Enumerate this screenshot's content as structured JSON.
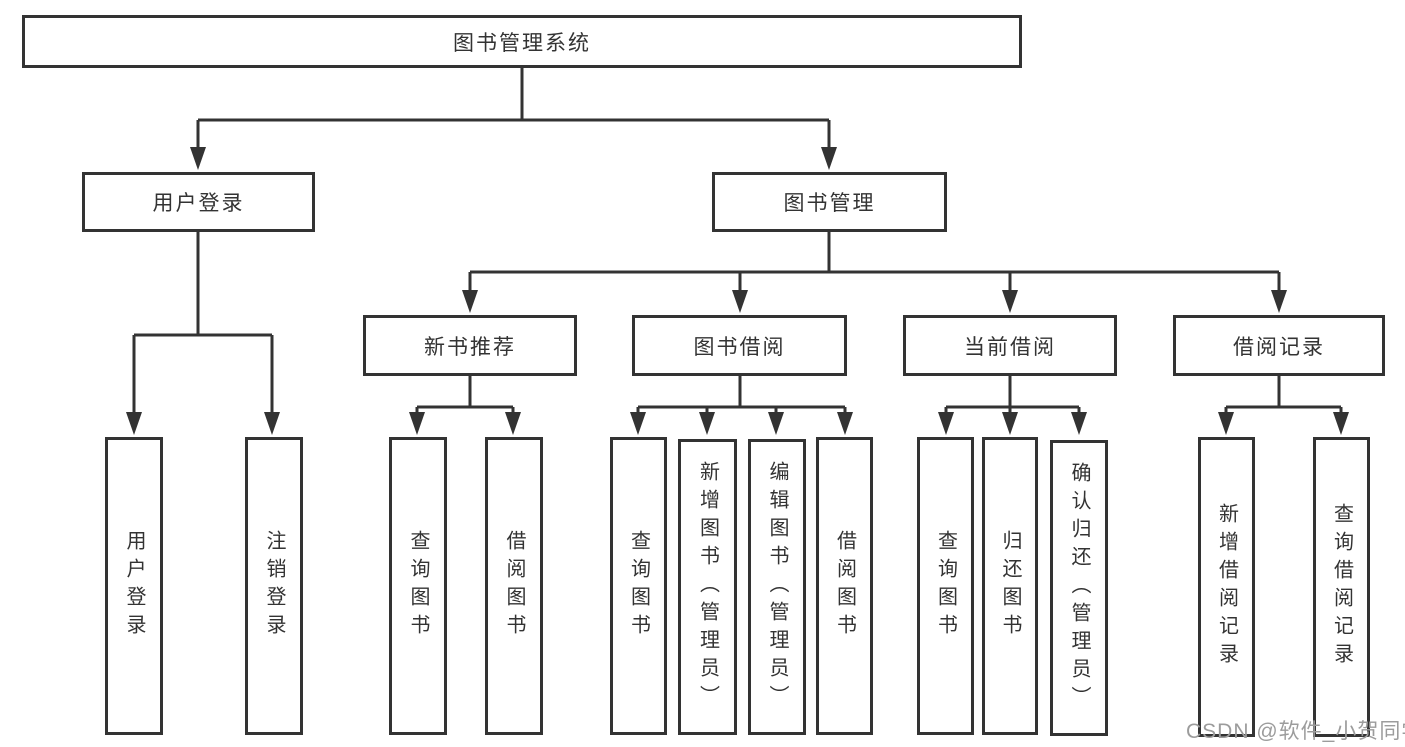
{
  "tree": {
    "label": "图书管理系统",
    "children": [
      {
        "label": "用户登录",
        "children": [
          {
            "label": "用户登录"
          },
          {
            "label": "注销登录"
          }
        ]
      },
      {
        "label": "图书管理",
        "children": [
          {
            "label": "新书推荐",
            "children": [
              {
                "label": "查询图书"
              },
              {
                "label": "借阅图书"
              }
            ]
          },
          {
            "label": "图书借阅",
            "children": [
              {
                "label": "查询图书"
              },
              {
                "label": "新增图书（管理员）"
              },
              {
                "label": "编辑图书（管理员）"
              },
              {
                "label": "借阅图书"
              }
            ]
          },
          {
            "label": "当前借阅",
            "children": [
              {
                "label": "查询图书"
              },
              {
                "label": "归还图书"
              },
              {
                "label": "确认归还（管理员）"
              }
            ]
          },
          {
            "label": "借阅记录",
            "children": [
              {
                "label": "新增借阅记录"
              },
              {
                "label": "查询借阅记录"
              }
            ]
          }
        ]
      }
    ]
  },
  "watermark": {
    "text": "CSDN @软件_小贺同学"
  },
  "colors": {
    "line": "#333333",
    "box_border": "#333333",
    "text": "#333333",
    "watermark": "#9c9c9c",
    "background": "#ffffff"
  }
}
